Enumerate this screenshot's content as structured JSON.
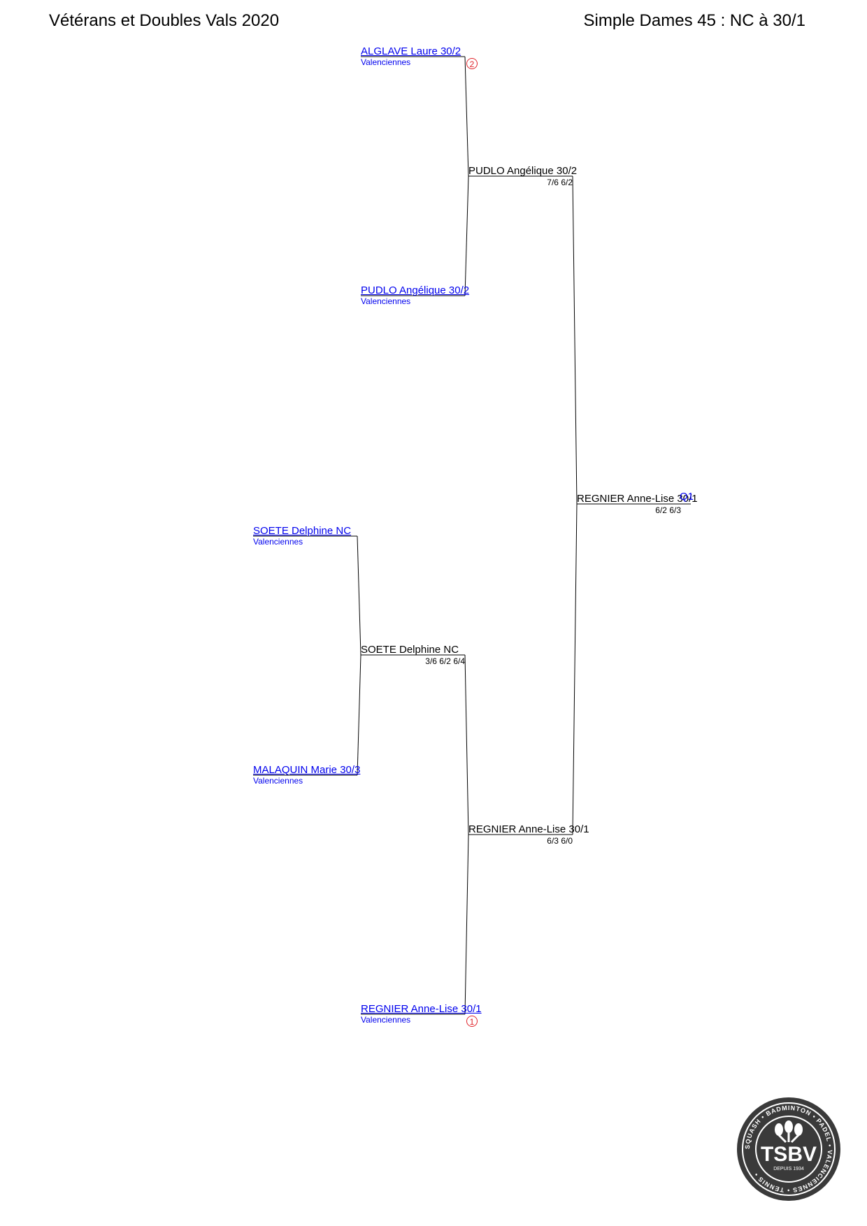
{
  "header": {
    "tournament": "Vétérans et Doubles Vals 2020",
    "category": "Simple Dames 45 : NC à 30/1"
  },
  "entrants": [
    {
      "name": "ALGLAVE Laure 30/2",
      "club": "Valenciennes",
      "seed": "2"
    },
    {
      "name": "PUDLO Angélique 30/2",
      "club": "Valenciennes"
    },
    {
      "name": "SOETE Delphine NC",
      "club": "Valenciennes"
    },
    {
      "name": "MALAQUIN Marie 30/3",
      "club": "Valenciennes"
    },
    {
      "name": "REGNIER Anne-Lise 30/1",
      "club": "Valenciennes",
      "seed": "1"
    }
  ],
  "matches": {
    "r1": {
      "winner": "SOETE Delphine NC",
      "score": "3/6 6/2 6/4"
    },
    "semi_top": {
      "winner": "PUDLO Angélique 30/2",
      "score": "7/6 6/2"
    },
    "semi_bottom": {
      "winner": "REGNIER Anne-Lise 30/1",
      "score": "6/3 6/0"
    },
    "final": {
      "winner": "REGNIER Anne-Lise 30/1",
      "score": "6/2 6/3",
      "mark": "Q1"
    }
  },
  "logo": {
    "text": "TSBV",
    "since": "DEPUIS 1934",
    "ring": "SQUASH • BADMINTON • PADEL • VALENCIENNES • TENNIS •",
    "color": "#3a3a3a"
  }
}
